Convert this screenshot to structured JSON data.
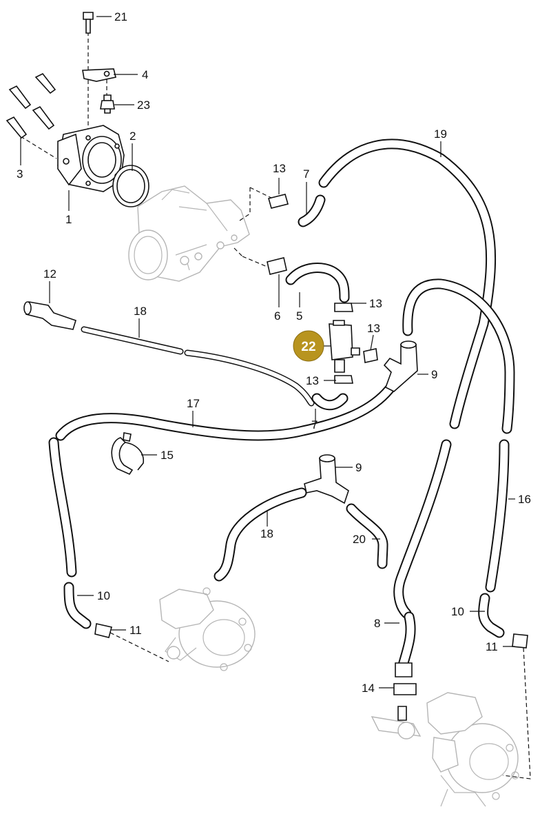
{
  "callouts": {
    "c1": "1",
    "c2": "2",
    "c3": "3",
    "c4": "4",
    "c5": "5",
    "c6": "6",
    "c7a": "7",
    "c7b": "7",
    "c8": "8",
    "c9a": "9",
    "c9b": "9",
    "c10a": "10",
    "c10b": "10",
    "c11a": "11",
    "c11b": "11",
    "c12": "12",
    "c13a": "13",
    "c13b": "13",
    "c13c": "13",
    "c13d": "13",
    "c14": "14",
    "c15": "15",
    "c16": "16",
    "c17": "17",
    "c18a": "18",
    "c18b": "18",
    "c19": "19",
    "c20": "20",
    "c21": "21",
    "c23": "23"
  },
  "highlight": {
    "number": "22",
    "color": "#b8941f"
  }
}
